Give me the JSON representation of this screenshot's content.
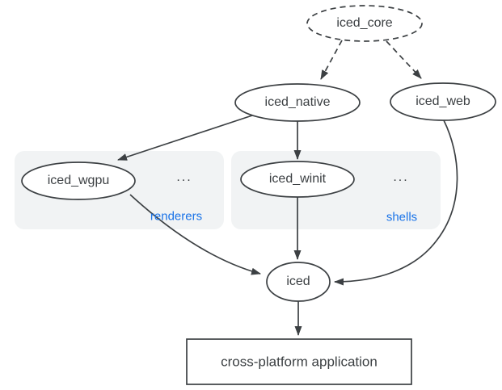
{
  "diagram": {
    "nodes": {
      "iced_core": {
        "label": "iced_core",
        "shape": "ellipse",
        "border": "dashed"
      },
      "iced_native": {
        "label": "iced_native",
        "shape": "ellipse",
        "border": "solid"
      },
      "iced_web": {
        "label": "iced_web",
        "shape": "ellipse",
        "border": "solid"
      },
      "iced_wgpu": {
        "label": "iced_wgpu",
        "shape": "ellipse",
        "border": "solid"
      },
      "iced_winit": {
        "label": "iced_winit",
        "shape": "ellipse",
        "border": "solid"
      },
      "iced": {
        "label": "iced",
        "shape": "ellipse",
        "border": "solid"
      },
      "app": {
        "label": "cross-platform application",
        "shape": "rect",
        "border": "solid"
      }
    },
    "groups": {
      "renderers": {
        "label": "renderers",
        "ellipsis": "...",
        "contains": [
          "iced_wgpu"
        ]
      },
      "shells": {
        "label": "shells",
        "ellipsis": "...",
        "contains": [
          "iced_winit"
        ]
      }
    },
    "edges": [
      {
        "from": "iced_core",
        "to": "iced_native",
        "style": "dashed"
      },
      {
        "from": "iced_core",
        "to": "iced_web",
        "style": "dashed"
      },
      {
        "from": "iced_native",
        "to": "iced_wgpu",
        "style": "solid"
      },
      {
        "from": "iced_native",
        "to": "iced_winit",
        "style": "solid"
      },
      {
        "from": "iced_wgpu",
        "to": "iced",
        "style": "solid"
      },
      {
        "from": "iced_winit",
        "to": "iced",
        "style": "solid"
      },
      {
        "from": "iced_web",
        "to": "iced",
        "style": "solid"
      },
      {
        "from": "iced",
        "to": "app",
        "style": "solid"
      }
    ],
    "colors": {
      "stroke": "#3c4043",
      "text": "#3c4043",
      "group_background": "#f1f3f4",
      "group_label_blue": "#1a73e8",
      "node_fill": "#ffffff"
    }
  }
}
